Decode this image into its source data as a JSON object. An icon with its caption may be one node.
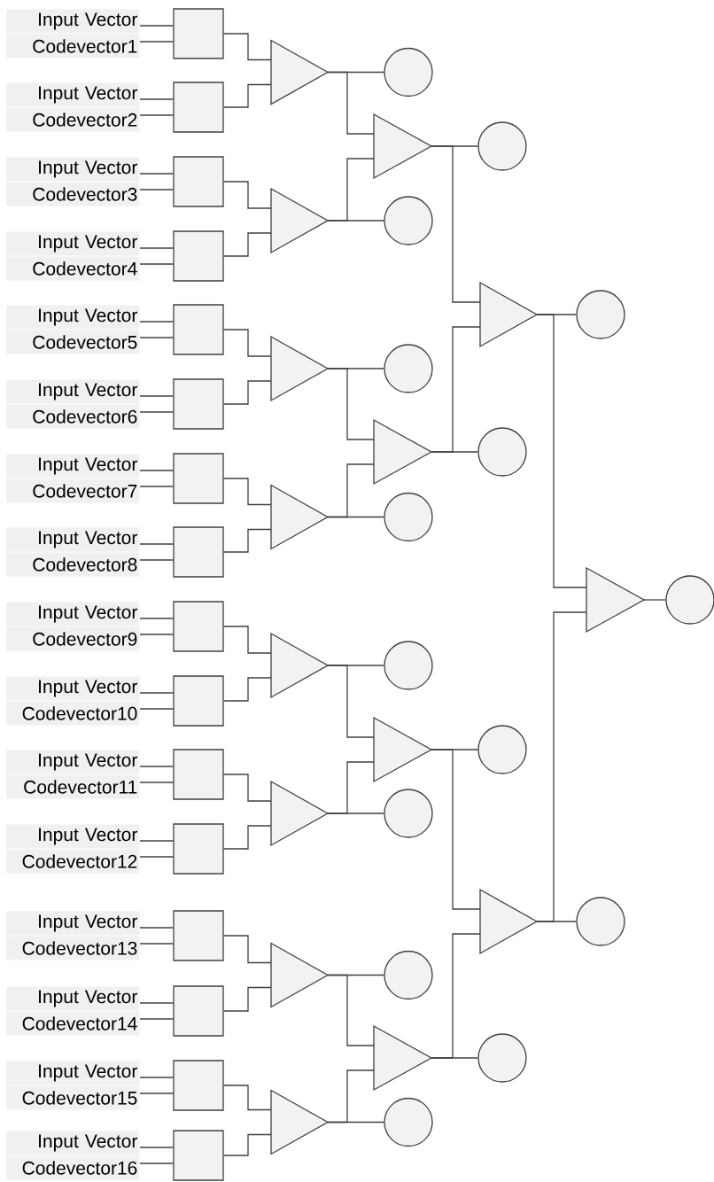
{
  "diagram": {
    "nodes": [
      {
        "text": [
          "Input Vector"
        ]
      },
      {
        "text": [
          "Codevector1"
        ]
      },
      {
        "text": [
          "Input Vector"
        ]
      },
      {
        "text": [
          "Codevector2"
        ]
      },
      {
        "text": [
          "Input Vector"
        ]
      },
      {
        "text": [
          "Codevector3"
        ]
      },
      {
        "text": [
          "Input Vector"
        ]
      },
      {
        "text": [
          "Codevector4"
        ]
      },
      {
        "text": [
          "Input Vector"
        ]
      },
      {
        "text": [
          "Codevector5"
        ]
      },
      {
        "text": [
          "Input Vector"
        ]
      },
      {
        "text": [
          "Codevector6"
        ]
      },
      {
        "text": [
          "Input Vector"
        ]
      },
      {
        "text": [
          "Codevector7"
        ]
      },
      {
        "text": [
          "Input Vector"
        ]
      },
      {
        "text": [
          "Codevector8"
        ]
      },
      {
        "text": [
          "Input Vector"
        ]
      },
      {
        "text": [
          "Codevector9"
        ]
      },
      {
        "text": [
          "Input Vector"
        ]
      },
      {
        "text": [
          "Codevector10"
        ]
      },
      {
        "text": [
          "Input Vector"
        ]
      },
      {
        "text": [
          "Codevector11"
        ]
      },
      {
        "text": [
          "Input Vector"
        ]
      },
      {
        "text": [
          "Codevector12"
        ]
      },
      {
        "text": [
          "Input Vector"
        ]
      },
      {
        "text": [
          "Codevector13"
        ]
      },
      {
        "text": [
          "Input Vector"
        ]
      },
      {
        "text": [
          "Codevector14"
        ]
      },
      {
        "text": [
          "Input Vector"
        ]
      },
      {
        "text": [
          "Codevector15"
        ]
      },
      {
        "text": [
          "Input Vector"
        ]
      },
      {
        "text": [
          "Codevector16"
        ]
      },
      {
        "text": [],
        "shape": "box"
      },
      {
        "text": [],
        "shape": "box"
      },
      {
        "text": [],
        "shape": "box"
      },
      {
        "text": [],
        "shape": "box"
      },
      {
        "text": [],
        "shape": "box"
      },
      {
        "text": [],
        "shape": "box"
      },
      {
        "text": [],
        "shape": "box"
      },
      {
        "text": [],
        "shape": "box"
      },
      {
        "text": [],
        "shape": "box"
      },
      {
        "text": [],
        "shape": "box"
      },
      {
        "text": [],
        "shape": "box"
      },
      {
        "text": [],
        "shape": "box"
      },
      {
        "text": [],
        "shape": "box"
      },
      {
        "text": [],
        "shape": "box"
      },
      {
        "text": [],
        "shape": "box"
      },
      {
        "text": [],
        "shape": "box"
      },
      {
        "text": [],
        "shape": "triangle"
      },
      {
        "text": [],
        "shape": "triangle"
      },
      {
        "text": [],
        "shape": "triangle"
      },
      {
        "text": [],
        "shape": "triangle"
      },
      {
        "text": [],
        "shape": "triangle"
      },
      {
        "text": [],
        "shape": "triangle"
      },
      {
        "text": [],
        "shape": "triangle"
      },
      {
        "text": [],
        "shape": "triangle"
      },
      {
        "text": [],
        "shape": "triangle"
      },
      {
        "text": [],
        "shape": "triangle"
      },
      {
        "text": [],
        "shape": "triangle"
      },
      {
        "text": [],
        "shape": "triangle"
      },
      {
        "text": [],
        "shape": "triangle"
      },
      {
        "text": [],
        "shape": "triangle"
      },
      {
        "text": [],
        "shape": "triangle"
      },
      {
        "text": [],
        "shape": "circle"
      },
      {
        "text": [],
        "shape": "circle"
      },
      {
        "text": [],
        "shape": "circle"
      },
      {
        "text": [],
        "shape": "circle"
      },
      {
        "text": [],
        "shape": "circle"
      },
      {
        "text": [],
        "shape": "circle"
      },
      {
        "text": [],
        "shape": "circle"
      },
      {
        "text": [],
        "shape": "circle"
      },
      {
        "text": [],
        "shape": "circle"
      },
      {
        "text": [],
        "shape": "circle"
      },
      {
        "text": [],
        "shape": "circle"
      },
      {
        "text": [],
        "shape": "circle"
      },
      {
        "text": [],
        "shape": "circle"
      },
      {
        "text": [],
        "shape": "circle"
      },
      {
        "text": [],
        "shape": "circle"
      }
    ],
    "edges": [
      {
        "from": 0,
        "to": 32,
        "arrow": "none"
      },
      {
        "from": 1,
        "to": 32,
        "arrow": "none"
      },
      {
        "from": 2,
        "to": 33,
        "arrow": "none"
      },
      {
        "from": 3,
        "to": 33,
        "arrow": "none"
      },
      {
        "from": 4,
        "to": 34,
        "arrow": "none"
      },
      {
        "from": 5,
        "to": 34,
        "arrow": "none"
      },
      {
        "from": 6,
        "to": 35,
        "arrow": "none"
      },
      {
        "from": 7,
        "to": 35,
        "arrow": "none"
      },
      {
        "from": 8,
        "to": 36,
        "arrow": "none"
      },
      {
        "from": 9,
        "to": 36,
        "arrow": "none"
      },
      {
        "from": 10,
        "to": 37,
        "arrow": "none"
      },
      {
        "from": 11,
        "to": 37,
        "arrow": "none"
      },
      {
        "from": 12,
        "to": 38,
        "arrow": "none"
      },
      {
        "from": 13,
        "to": 38,
        "arrow": "none"
      },
      {
        "from": 14,
        "to": 39,
        "arrow": "none"
      },
      {
        "from": 15,
        "to": 39,
        "arrow": "none"
      },
      {
        "from": 16,
        "to": 40,
        "arrow": "none"
      },
      {
        "from": 17,
        "to": 40,
        "arrow": "none"
      },
      {
        "from": 18,
        "to": 41,
        "arrow": "none"
      },
      {
        "from": 19,
        "to": 41,
        "arrow": "none"
      },
      {
        "from": 20,
        "to": 42,
        "arrow": "none"
      },
      {
        "from": 21,
        "to": 42,
        "arrow": "none"
      },
      {
        "from": 22,
        "to": 43,
        "arrow": "none"
      },
      {
        "from": 23,
        "to": 43,
        "arrow": "none"
      },
      {
        "from": 24,
        "to": 44,
        "arrow": "none"
      },
      {
        "from": 25,
        "to": 44,
        "arrow": "none"
      },
      {
        "from": 26,
        "to": 45,
        "arrow": "none"
      },
      {
        "from": 27,
        "to": 45,
        "arrow": "none"
      },
      {
        "from": 28,
        "to": 46,
        "arrow": "none"
      },
      {
        "from": 29,
        "to": 46,
        "arrow": "none"
      },
      {
        "from": 30,
        "to": 47,
        "arrow": "none"
      },
      {
        "from": 31,
        "to": 47,
        "arrow": "none"
      },
      {
        "from": 32,
        "to": 48,
        "arrow": "none"
      },
      {
        "from": 33,
        "to": 48,
        "arrow": "none"
      },
      {
        "from": 34,
        "to": 49,
        "arrow": "none"
      },
      {
        "from": 35,
        "to": 49,
        "arrow": "none"
      },
      {
        "from": 36,
        "to": 50,
        "arrow": "none"
      },
      {
        "from": 37,
        "to": 50,
        "arrow": "none"
      },
      {
        "from": 38,
        "to": 51,
        "arrow": "none"
      },
      {
        "from": 39,
        "to": 51,
        "arrow": "none"
      },
      {
        "from": 40,
        "to": 52,
        "arrow": "none"
      },
      {
        "from": 41,
        "to": 52,
        "arrow": "none"
      },
      {
        "from": 42,
        "to": 53,
        "arrow": "none"
      },
      {
        "from": 43,
        "to": 53,
        "arrow": "none"
      },
      {
        "from": 44,
        "to": 54,
        "arrow": "none"
      },
      {
        "from": 45,
        "to": 54,
        "arrow": "none"
      },
      {
        "from": 46,
        "to": 55,
        "arrow": "none"
      },
      {
        "from": 47,
        "to": 55,
        "arrow": "none"
      },
      {
        "from": 48,
        "to": 63,
        "arrow": "none"
      },
      {
        "from": 48,
        "to": 56,
        "arrow": "none"
      },
      {
        "from": 49,
        "to": 64,
        "arrow": "none"
      },
      {
        "from": 49,
        "to": 56,
        "arrow": "none"
      },
      {
        "from": 50,
        "to": 65,
        "arrow": "none"
      },
      {
        "from": 50,
        "to": 57,
        "arrow": "none"
      },
      {
        "from": 51,
        "to": 66,
        "arrow": "none"
      },
      {
        "from": 51,
        "to": 57,
        "arrow": "none"
      },
      {
        "from": 52,
        "to": 67,
        "arrow": "none"
      },
      {
        "from": 52,
        "to": 58,
        "arrow": "none"
      },
      {
        "from": 53,
        "to": 68,
        "arrow": "none"
      },
      {
        "from": 53,
        "to": 58,
        "arrow": "none"
      },
      {
        "from": 54,
        "to": 69,
        "arrow": "none"
      },
      {
        "from": 54,
        "to": 59,
        "arrow": "none"
      },
      {
        "from": 55,
        "to": 70,
        "arrow": "none"
      },
      {
        "from": 55,
        "to": 59,
        "arrow": "none"
      },
      {
        "from": 56,
        "to": 71,
        "arrow": "none"
      },
      {
        "from": 56,
        "to": 60,
        "arrow": "none"
      },
      {
        "from": 57,
        "to": 72,
        "arrow": "none"
      },
      {
        "from": 57,
        "to": 60,
        "arrow": "none"
      },
      {
        "from": 58,
        "to": 73,
        "arrow": "none"
      },
      {
        "from": 58,
        "to": 61,
        "arrow": "none"
      },
      {
        "from": 59,
        "to": 74,
        "arrow": "none"
      },
      {
        "from": 59,
        "to": 61,
        "arrow": "none"
      },
      {
        "from": 60,
        "to": 75,
        "arrow": "none"
      },
      {
        "from": 60,
        "to": 62,
        "arrow": "none"
      },
      {
        "from": 61,
        "to": 76,
        "arrow": "none"
      },
      {
        "from": 61,
        "to": 62,
        "arrow": "none"
      },
      {
        "from": 62,
        "to": 77,
        "arrow": "none"
      }
    ]
  }
}
